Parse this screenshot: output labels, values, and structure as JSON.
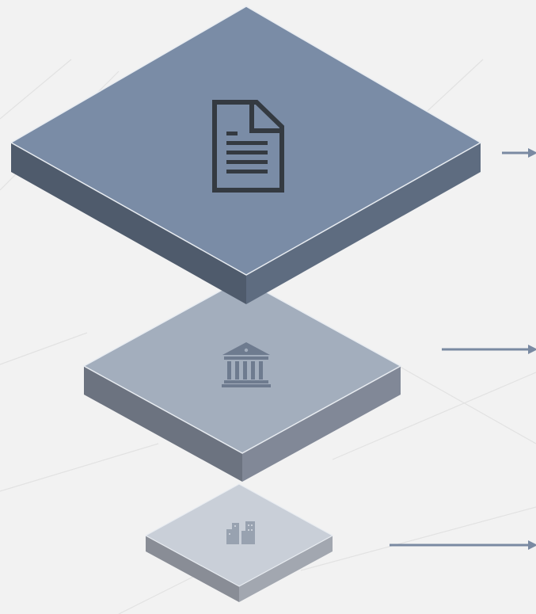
{
  "diagram": {
    "layers": [
      {
        "name": "document",
        "icon": "document-icon",
        "colors": {
          "top": "#7a8ca6",
          "left": "#4f5b6c",
          "right": "#5e6c80",
          "icon": "#343a41"
        }
      },
      {
        "name": "institution",
        "icon": "bank-building-icon",
        "colors": {
          "top": "#a3aebd",
          "left": "#6c7380",
          "right": "#818897",
          "icon": "#6e7b8f"
        }
      },
      {
        "name": "city",
        "icon": "city-buildings-icon",
        "colors": {
          "top": "#c9cfd8",
          "left": "#898d96",
          "right": "#a2a7b0",
          "icon": "#98a2b0"
        }
      }
    ],
    "arrows": [
      {
        "name": "arrow-document",
        "color": "#7a8aa2"
      },
      {
        "name": "arrow-institution",
        "color": "#7a8aa2"
      },
      {
        "name": "arrow-city",
        "color": "#7a8aa2"
      }
    ],
    "colors": {
      "background": "#f2f2f2",
      "grid": "#e2e2e2",
      "edge": "#e8ecf1"
    }
  }
}
